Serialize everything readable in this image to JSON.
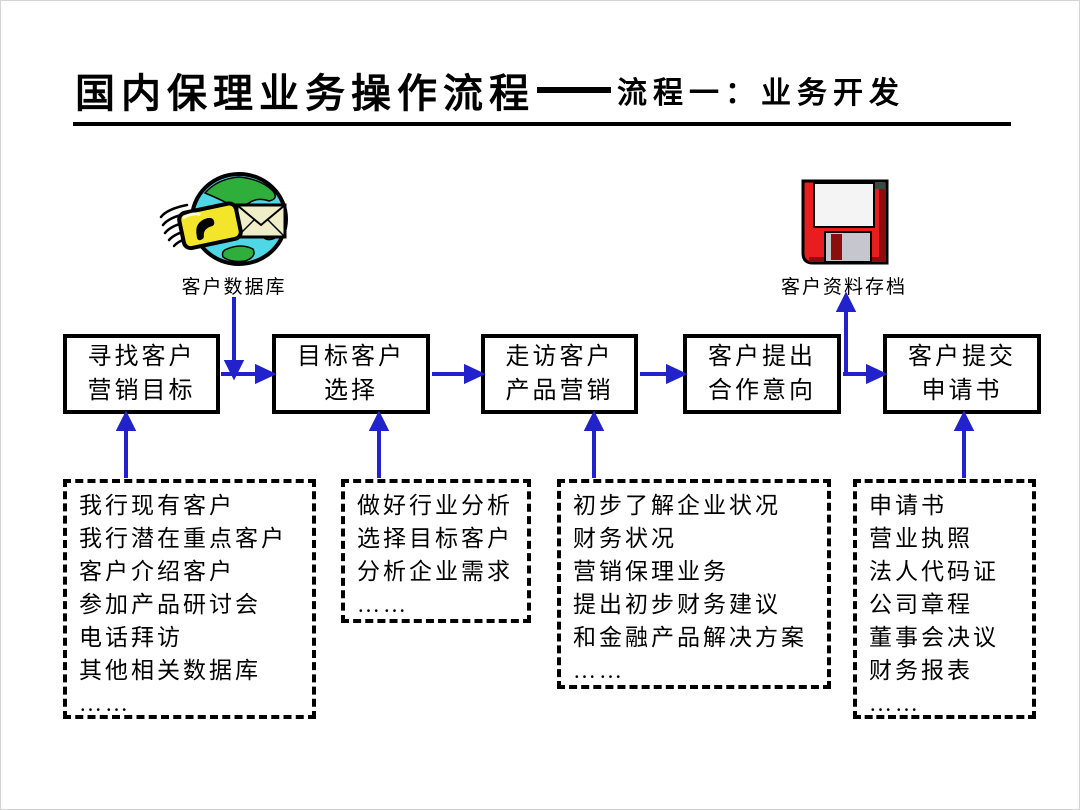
{
  "page": {
    "title": "国内保理业务操作流程",
    "separator": "——",
    "subtitle": "流程一：业务开发"
  },
  "icons": {
    "database": {
      "icon": "globe-phone-mail-icon",
      "label": "客户数据库"
    },
    "archive": {
      "icon": "floppy-disk-icon",
      "label": "客户资料存档"
    }
  },
  "flow": {
    "steps": [
      {
        "line1": "寻找客户",
        "line2": "营销目标"
      },
      {
        "line1": "目标客户",
        "line2": "选择"
      },
      {
        "line1": "走访客户",
        "line2": "产品营销"
      },
      {
        "line1": "客户提出",
        "line2": "合作意向"
      },
      {
        "line1": "客户提交",
        "line2": "申请书"
      }
    ]
  },
  "notes": [
    {
      "items": [
        "我行现有客户",
        "我行潜在重点客户",
        "客户介绍客户",
        "参加产品研讨会",
        "电话拜访",
        "其他相关数据库",
        "……"
      ]
    },
    {
      "items": [
        "做好行业分析",
        "选择目标客户",
        "分析企业需求",
        "……"
      ]
    },
    {
      "items": [
        "初步了解企业状况",
        "财务状况",
        "营销保理业务",
        "提出初步财务建议",
        "和金融产品解决方案",
        "……"
      ]
    },
    {
      "items": [
        "申请书",
        "营业执照",
        "法人代码证",
        "公司章程",
        "董事会决议",
        "财务报表",
        "……"
      ]
    }
  ],
  "colors": {
    "arrow_blue": "#2222CC",
    "outline_black": "#000000",
    "globe_cyan": "#4ED8E6",
    "continent_green": "#2FAE3C",
    "phone_yellow": "#F2E52A",
    "envelope_cream": "#F0EDC9",
    "floppy_red": "#E81E1E",
    "floppy_dark_red": "#8B0E0E",
    "shutter_gray": "#C6C6CE"
  }
}
